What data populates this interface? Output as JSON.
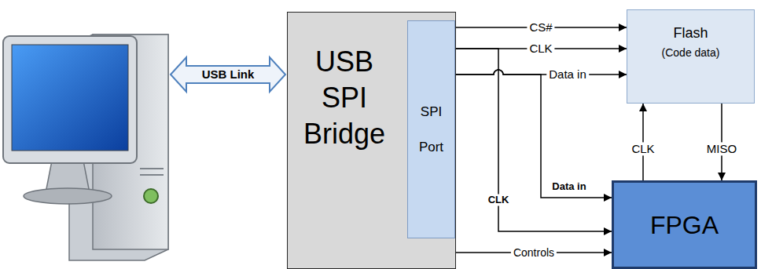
{
  "diagram": {
    "nodes": [
      {
        "text": [
          "USB SPI Bridge"
        ]
      },
      {
        "text": [
          "SPI Port"
        ],
        "in": 0
      },
      {
        "text": [
          "Flash",
          "(Code data)"
        ]
      },
      {
        "text": [
          "FPGA"
        ]
      }
    ],
    "edges": [
      {
        "from": 1,
        "to": 2,
        "arrow": "to",
        "label": "CS#"
      },
      {
        "from": 1,
        "to": 2,
        "arrow": "to",
        "label": "CLK"
      },
      {
        "from": 1,
        "to": 2,
        "arrow": "to",
        "label": "Data in"
      },
      {
        "from": 1,
        "to": 3,
        "arrow": "to",
        "label": "CLK"
      },
      {
        "from": 1,
        "to": 3,
        "arrow": "to",
        "label": "Data in"
      },
      {
        "from": 0,
        "to": 3,
        "arrow": "to",
        "label": "Controls"
      },
      {
        "from": 3,
        "to": 2,
        "arrow": "to",
        "label": "CLK"
      },
      {
        "from": 2,
        "to": 3,
        "arrow": "to",
        "label": "MISO"
      }
    ],
    "labels": [
      "USB Link"
    ]
  }
}
